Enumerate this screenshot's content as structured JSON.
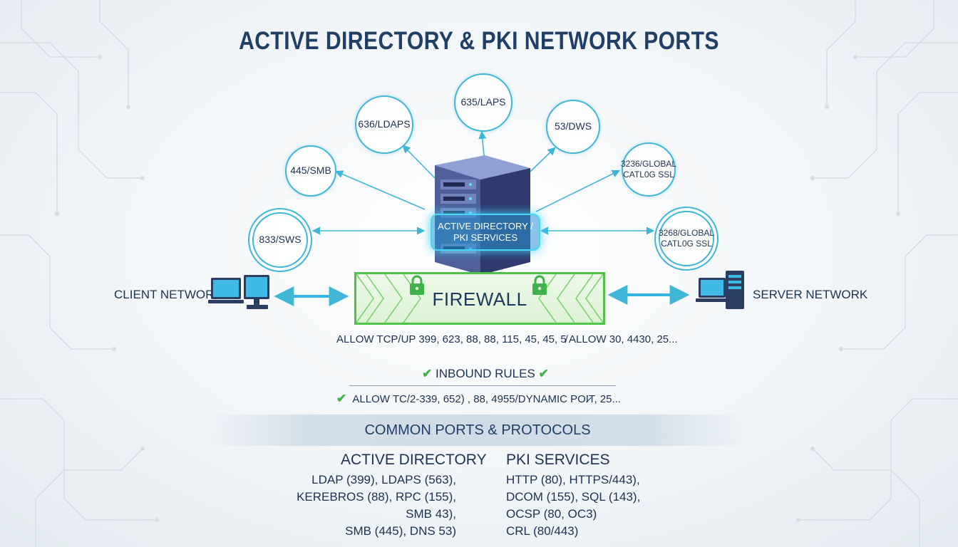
{
  "title": "ACTIVE DIRECTORY & PKI NETWORK PORTS",
  "ports": {
    "p636": "636/LDAPS",
    "p635": "635/LAPS",
    "p53": "53/DWS",
    "p445": "445/SMB",
    "p3268a_line1": "3236/GLOBAL",
    "p3268a_line2": "CATL0G SSL",
    "p833": "833/SWS",
    "p3268b_line1": "3268/GLOBAL",
    "p3268b_line2": "CATL0G SSL"
  },
  "server_label": {
    "line1": "ACTIVE DIRECTORY /",
    "line2": "PKI SERVICES"
  },
  "firewall": {
    "label": "FIREWALL",
    "allow_rule": "ALLOW TCP/UP 399, 623, 88, 88, 115, 45, 45, 5̸ ALLOW 30, 4430, 25..."
  },
  "client_network": "CLIENT NETWORK",
  "server_network": "SERVER NETWORK",
  "inbound": {
    "label": "INBOUND RULES",
    "rule": "ALLOW TC/2-339, 652) , 88, 4955/DYNAMIC POI̷T, 25..."
  },
  "common": {
    "banner": "COMMON PORTS & PROTOCOLS",
    "ad_heading": "ACTIVE DIRECTORY",
    "ad_items": [
      "LDAP (399), LDAPS (563),",
      "KEREBROS (88), RPC (155),",
      "SMB 43),",
      "SMB (445), DNS 53)"
    ],
    "pki_heading": "PKI SERVICES",
    "pki_items": [
      "HTTP (80), HTTPS/443),",
      "DCOM (155), SQL (143),",
      "OCSP (80, OC3)",
      "CRL (80/443)"
    ]
  },
  "colors": {
    "accent_cyan": "#3fb5d8",
    "firewall_green": "#4fc24a",
    "title_navy": "#1f3f66"
  }
}
